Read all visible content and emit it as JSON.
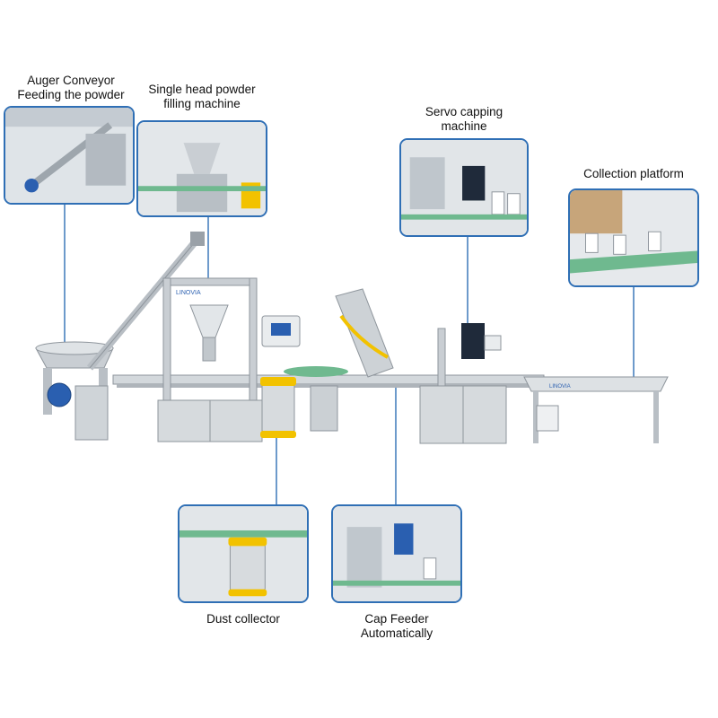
{
  "labels": {
    "auger_line1": "Auger Conveyor",
    "auger_line2": "Feeding the powder",
    "filler_line1": "Single head powder",
    "filler_line2": "filling machine",
    "capper_line1": "Servo capping",
    "capper_line2": "machine",
    "collection": "Collection platform",
    "dust": "Dust collector",
    "capfeeder_line1": "Cap Feeder",
    "capfeeder_line2": "Automatically"
  },
  "colors": {
    "frame": "#2f6fb5",
    "leader": "#2f6fb5",
    "steel": "#c9ced3",
    "steel_dark": "#8e959c",
    "motor": "#2a5fb0",
    "dust_yellow": "#f2c200",
    "belt_green": "#6fb98f"
  },
  "brand": "LINOVIA"
}
